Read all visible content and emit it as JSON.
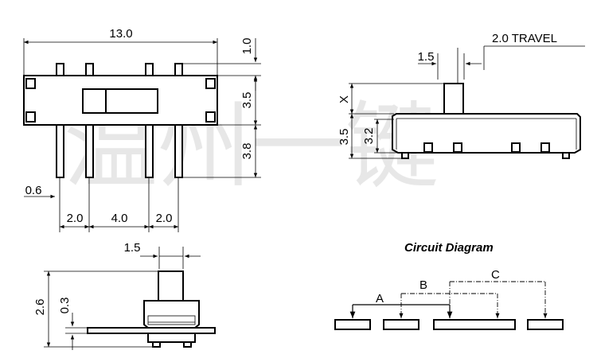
{
  "watermark": "温州一键",
  "top_view": {
    "width_label": "13.0",
    "pin_height_label": "1.0",
    "body_height_label": "3.5",
    "lead_length_label": "3.8",
    "lead_width_label": "0.6",
    "pitch_left_label": "2.0",
    "pitch_mid_label": "4.0",
    "pitch_right_label": "2.0"
  },
  "side_view": {
    "actuator_width_label": "1.5",
    "travel_label": "2.0 TRAVEL",
    "x_label": "X",
    "overall_height_label": "3.5",
    "body_height_label": "3.2"
  },
  "end_view": {
    "actuator_width_label": "1.5",
    "total_height_label": "2.6",
    "offset_label": "0.3"
  },
  "circuit": {
    "title": "Circuit Diagram",
    "labels": [
      "A",
      "B",
      "C"
    ]
  }
}
